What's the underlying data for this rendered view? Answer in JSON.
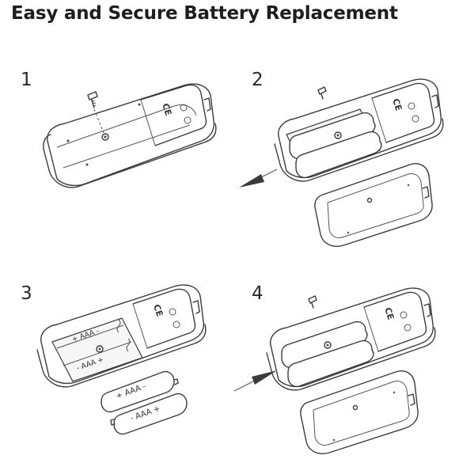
{
  "header": {
    "title": "Easy and Secure Battery Replacement"
  },
  "steps": [
    {
      "number": "1"
    },
    {
      "number": "2"
    },
    {
      "number": "3"
    },
    {
      "number": "4"
    }
  ],
  "battery_labels": [
    "+ AAA -",
    "- AAA +"
  ],
  "compartment_labels": [
    "+ AAA -",
    "- AAA +"
  ],
  "colors": {
    "line": "#3a3a3a",
    "background": "#ffffff"
  },
  "icons": [
    "screw-icon",
    "arrow-out-icon",
    "arrow-in-icon",
    "battery-icon",
    "ce-mark-icon"
  ]
}
